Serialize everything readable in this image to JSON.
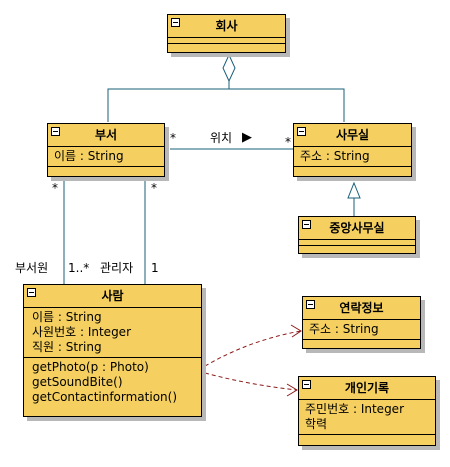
{
  "classes": {
    "company": {
      "name": "회사"
    },
    "department": {
      "name": "부서",
      "attributes": [
        "이름 : String"
      ]
    },
    "office": {
      "name": "사무실",
      "attributes": [
        "주소 : String"
      ]
    },
    "head_office": {
      "name": "중앙사무실"
    },
    "person": {
      "name": "사람",
      "attributes": [
        "이름 : String",
        "사원번호 : Integer",
        "직원 : String"
      ],
      "operations": [
        "getPhoto(p : Photo)",
        "getSoundBite()",
        "getContactinformation()"
      ]
    },
    "contact_info": {
      "name": "연락정보",
      "attributes": [
        "주소 : String"
      ]
    },
    "personal_record": {
      "name": "개인기록",
      "attributes": [
        "주민번호 : Integer",
        "학력"
      ]
    }
  },
  "associations": {
    "location": {
      "name": "위치",
      "arrow": "▶",
      "dept_mult": "*",
      "office_mult": "*"
    },
    "members": {
      "role": "부서원",
      "dept_mult": "*",
      "person_mult": "1..*"
    },
    "manager": {
      "role": "관리자",
      "dept_mult": "*",
      "person_mult": "1"
    }
  },
  "colors": {
    "class_fill": "#f5d061",
    "line": "#1a5f7a",
    "dependency": "#8b1a1a"
  }
}
